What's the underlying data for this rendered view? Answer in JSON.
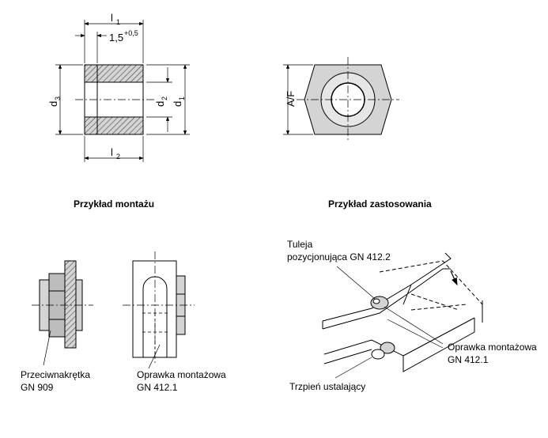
{
  "headings": {
    "mounting": "Przykład montażu",
    "application": "Przykład zastosowania"
  },
  "dimensions": {
    "l1": "l",
    "l1_sub": "1",
    "tol_value": "1,5",
    "tol_sup": "+0,5",
    "l2": "l",
    "l2_sub": "2",
    "d1": "d",
    "d1_sub": "1",
    "d2": "d",
    "d2_sub": "2",
    "d3": "d",
    "d3_sub": "3",
    "af": "A/F"
  },
  "labels": {
    "counter_nut_line1": "Przeciwnakrętka",
    "counter_nut_line2": "GN 909",
    "mount_holder_line1": "Oprawka montażowa",
    "mount_holder_line2": "GN 412.1",
    "sleeve_line1": "Tuleja",
    "sleeve_line2": "pozycjonująca GN 412.2",
    "mount_holder2_line1": "Oprawka montażowa",
    "mount_holder2_line2": "GN 412.1",
    "pin": "Trzpień ustalający"
  },
  "colors": {
    "line": "#000000",
    "fill_light": "#d4d4d4",
    "fill_mid": "#bdbdbd",
    "hatch": "#000000"
  }
}
